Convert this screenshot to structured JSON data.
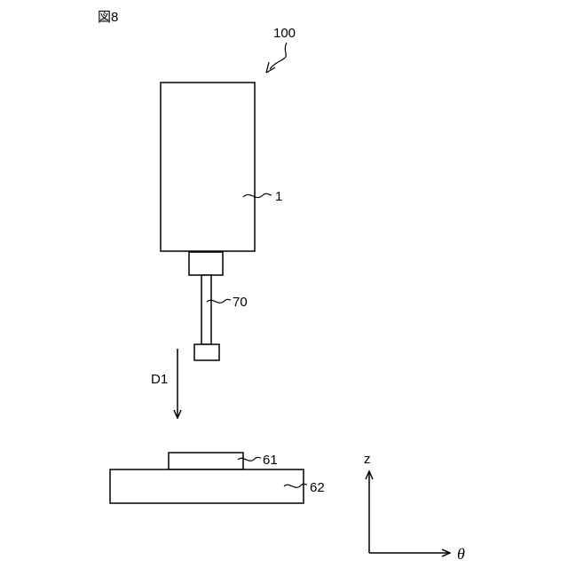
{
  "figure": {
    "label": "図8",
    "assembly_ref": "100",
    "unit_ref": "1",
    "rod_ref": "70",
    "direction_label": "D1",
    "upper_part_ref": "61",
    "base_ref": "62"
  },
  "axes": {
    "vertical_label": "z",
    "horizontal_label": "θ"
  }
}
